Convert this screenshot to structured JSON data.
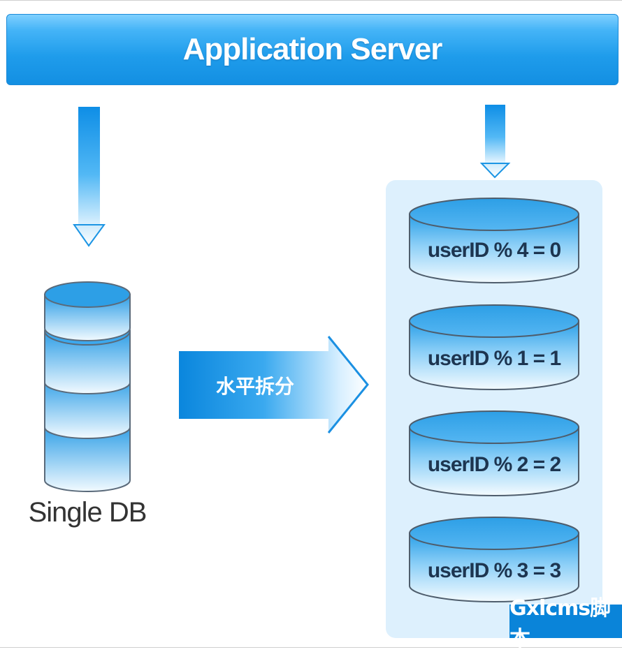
{
  "server": {
    "title": "Application Server"
  },
  "single_db": {
    "label": "Single DB"
  },
  "split_arrow": {
    "label": "水平拆分"
  },
  "shards": [
    {
      "label": "userID % 4 = 0"
    },
    {
      "label": "userID % 1 = 1"
    },
    {
      "label": "userID % 2 = 2"
    },
    {
      "label": "userID % 3 = 3"
    }
  ],
  "watermark": {
    "text": "Gxlcms脚本"
  },
  "colors": {
    "primary_blue": "#1f9ceb",
    "light_blue": "#ddf0fd",
    "outline": "#5a6a7a"
  }
}
